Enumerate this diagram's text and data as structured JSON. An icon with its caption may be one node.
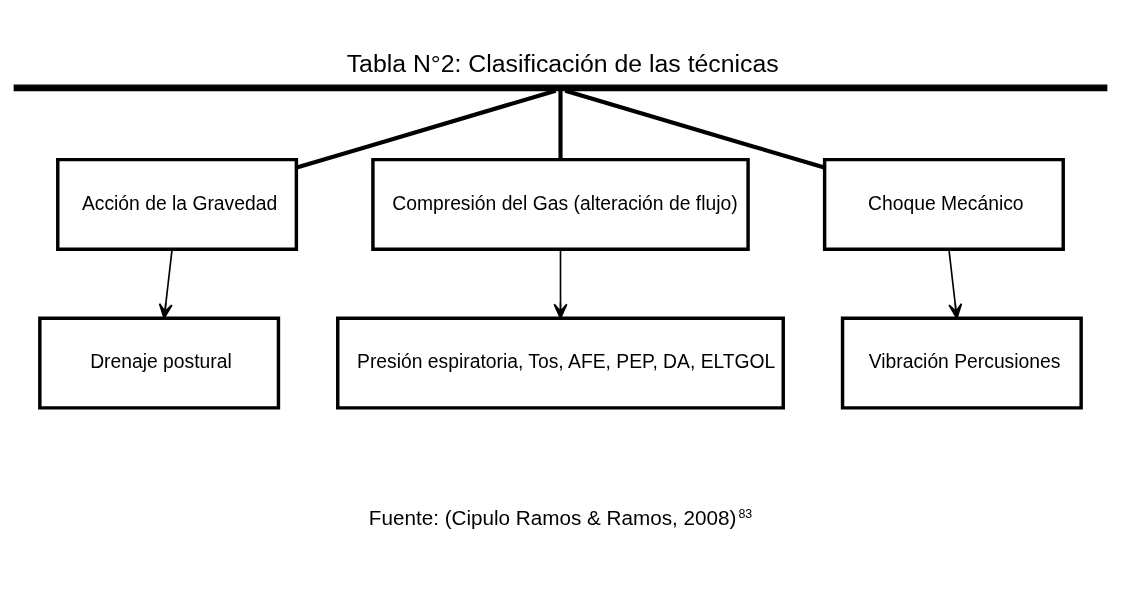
{
  "diagram": {
    "title": "Tabla N°2: Clasificación de las técnicas",
    "caption": "Fuente: (Cipulo Ramos & Ramos, 2008)$^{83}$",
    "nodes": [
      {
        "text": [],
        "shape": "bar"
      },
      {
        "text": [
          "Acción de la Gravedad"
        ]
      },
      {
        "text": [
          "Compresión del Gas (alteración de flujo)"
        ]
      },
      {
        "text": [
          "Choque Mecánico"
        ]
      },
      {
        "text": [
          "Drenaje postural"
        ]
      },
      {
        "text": [
          "Presión espiratoria, Tos, AFE, PEP, DA, ELTGOL"
        ]
      },
      {
        "text": [
          "Vibración Percusiones"
        ]
      }
    ],
    "edges": [
      {
        "from": 0,
        "to": 1,
        "arrow": "none",
        "style": "thick"
      },
      {
        "from": 0,
        "to": 2,
        "arrow": "none",
        "style": "thick"
      },
      {
        "from": 0,
        "to": 3,
        "arrow": "none",
        "style": "thick"
      },
      {
        "from": 1,
        "to": 4,
        "arrow": "to"
      },
      {
        "from": 2,
        "to": 5,
        "arrow": "to"
      },
      {
        "from": 3,
        "to": 6,
        "arrow": "to"
      }
    ]
  }
}
